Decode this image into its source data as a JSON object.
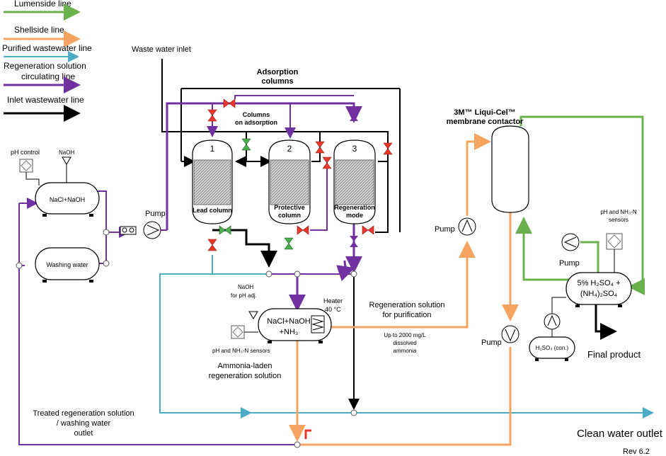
{
  "legend": [
    {
      "label": "Lumenside line",
      "color": "#6ab04c"
    },
    {
      "label": "Shellside line",
      "color": "#f4a460"
    },
    {
      "label": "Purified wastewater line",
      "color": "#4bacc6"
    },
    {
      "label": "Regeneration solution",
      "label2": "circulating line",
      "color": "#7030a0"
    },
    {
      "label": "Inlet wastewater line",
      "color": "#000000"
    }
  ],
  "labels": {
    "waste_water_inlet": "Waste water inlet",
    "adsorption_columns_1": "Adsorption",
    "adsorption_columns_2": "columns",
    "columns_on_adsorption_1": "Columns",
    "columns_on_adsorption_2": "on adsorption",
    "col1_num": "1",
    "col2_num": "2",
    "col3_num": "3",
    "col1_name": "Lead column",
    "col2_name_1": "Protective",
    "col2_name_2": "column",
    "col3_name_1": "Regeneration",
    "col3_name_2": "mode",
    "contactor_1": "3M™ Liqui-Cel™",
    "contactor_2": "membrane contactor",
    "ph_control": "pH control",
    "naoh_top": "NaOH",
    "tank_nacl_naoh": "NaCl+NaOH",
    "tank_washing": "Washing water",
    "pump_left": "Pump",
    "pump_mid": "Pump",
    "pump_lumen": "Pump",
    "pump_shell": "Pump",
    "naoh_ph_adj_1": "NaOH",
    "naoh_ph_adj_2": "for pH adj.",
    "heater_1": "Heater",
    "heater_2": "40 °C",
    "regen_tank_1": "NaCl+NaOH",
    "regen_tank_2": "+NH₃",
    "ph_nh3_sensors": "pH and NH₃-N sensors",
    "ammonia_laden_1": "Ammonia-laden",
    "ammonia_laden_2": "regeneration solution",
    "regen_for_purif_1": "Regeneration solution",
    "regen_for_purif_2": "for purification",
    "up_to_2000_1": "Up to 2000 mg/L",
    "up_to_2000_2": "dissolved",
    "up_to_2000_3": "ammonia",
    "ph_nh3_right_1": "pH and NH₃-N",
    "ph_nh3_right_2": "sensors",
    "acid_tank_1": "5% H₂SO₄ +",
    "acid_tank_2": "(NH₄)₂SO₄",
    "h2so4_conc": "H₂SO₄ (con.)",
    "final_product": "Final product",
    "treated_1": "Treated regeneration solution",
    "treated_2": "/ washing water",
    "treated_3": "outlet",
    "clean_water_outlet": "Clean water outlet",
    "rev": "Rev 6.2"
  }
}
